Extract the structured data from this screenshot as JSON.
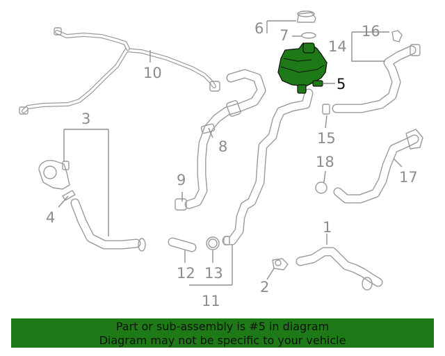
{
  "diagram": {
    "callouts": [
      "1",
      "2",
      "3",
      "4",
      "5",
      "6",
      "7",
      "8",
      "9",
      "10",
      "11",
      "12",
      "13",
      "14",
      "15",
      "16",
      "17",
      "18"
    ],
    "highlighted_part": "5",
    "highlight_color": "#1e7a16",
    "line_color": "#9a9a9a"
  },
  "banner": {
    "line1": "Part or sub-assembly is #5 in diagram",
    "line2": "Diagram may not be specific to your vehicle",
    "background": "#1e7a16"
  }
}
